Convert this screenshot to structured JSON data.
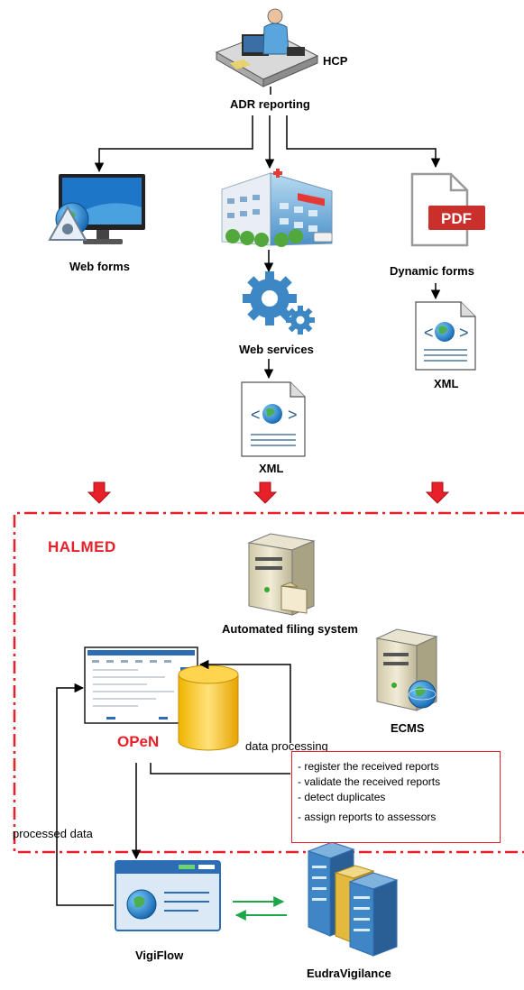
{
  "top": {
    "hcp": "HCP",
    "adr_reporting": "ADR reporting"
  },
  "channels": {
    "web_forms": "Web forms",
    "web_services": "Web services",
    "xml_mid": "XML",
    "dynamic_forms": "Dynamic forms",
    "xml_right": "XML",
    "pdf_badge": "PDF"
  },
  "halmed": {
    "title": "HALMED",
    "filing_system": "Automated filing system",
    "ecms": "ECMS",
    "open": "OPeN",
    "data_processing": "data processing",
    "tasks": [
      "- register the received reports",
      "- validate the received reports",
      "- detect duplicates",
      "- assign reports to assessors"
    ]
  },
  "bottom": {
    "processed_data": "processed data",
    "vigiflow": "VigiFlow",
    "eudravigilance": "EudraVigilance"
  },
  "colors": {
    "halmed_border": "#e8202a",
    "flow_arrow_red": "#e8202a",
    "exchange_arrow_green": "#1aa84a",
    "pdf_red": "#c9302c",
    "gear_blue": "#3d88c4"
  }
}
